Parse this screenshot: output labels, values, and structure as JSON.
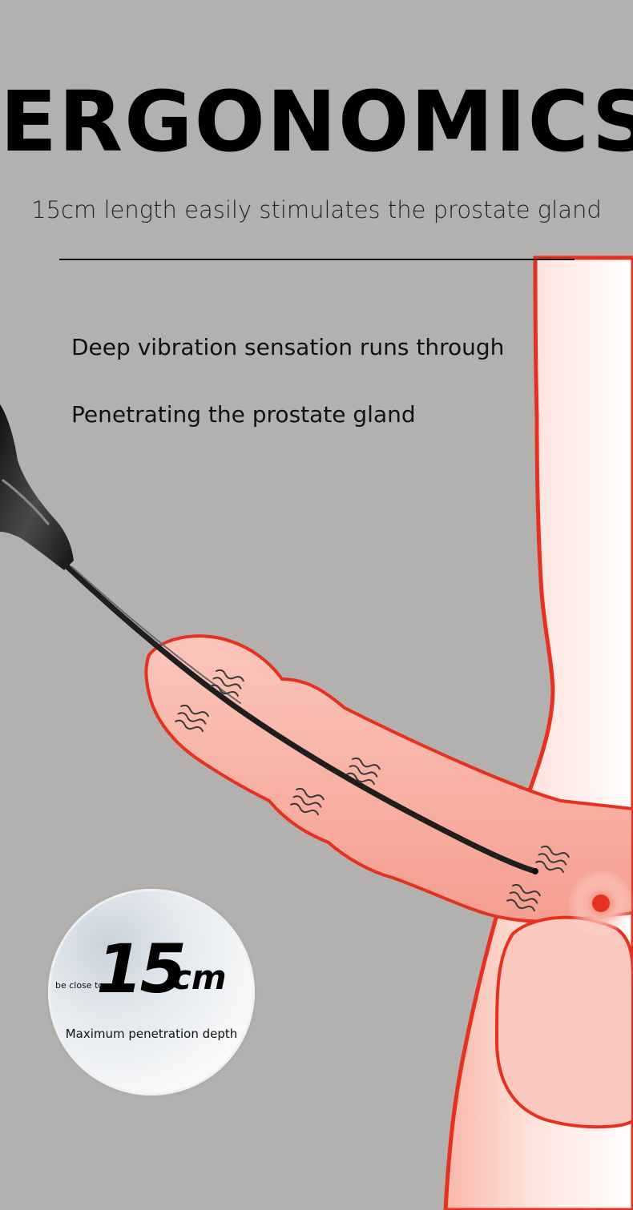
{
  "header": {
    "title": "ERGONOMICS",
    "subtitle": "15cm length easily stimulates the prostate gland"
  },
  "features": {
    "line1": "Deep vibration sensation runs through",
    "line2": "Penetrating the prostate gland"
  },
  "badge": {
    "prefix": "be close to",
    "number": "15",
    "unit": "cm",
    "caption": "Maximum penetration depth"
  },
  "colors": {
    "background": "#b2b1b0",
    "body_fill": "#f9c9c1",
    "outline": "#e8301e",
    "probe": "#1e1e1e",
    "hotspot": "#e8301e"
  }
}
